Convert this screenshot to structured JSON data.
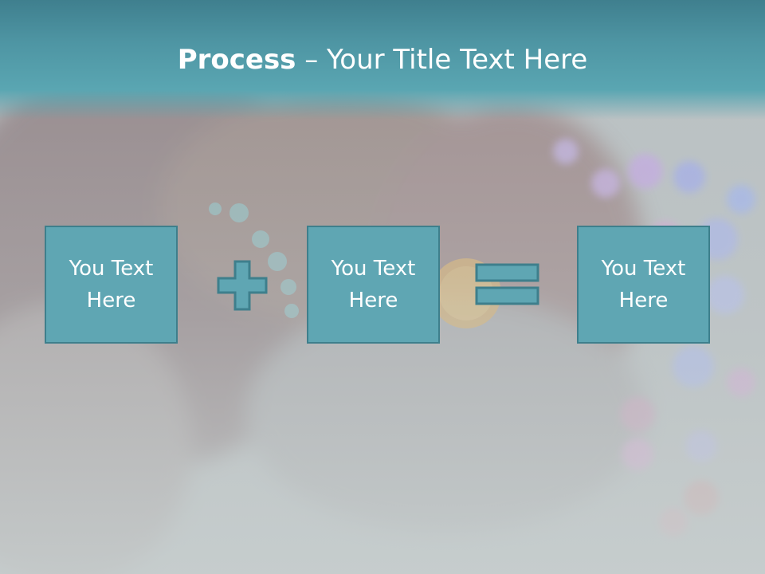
{
  "slide": {
    "title_bold": "Process",
    "title_rest": " – Your Title Text Here",
    "boxes": [
      {
        "label": "You Text Here"
      },
      {
        "label": "You Text Here"
      },
      {
        "label": "You Text Here"
      }
    ],
    "operators": [
      "plus-icon",
      "equals-icon"
    ],
    "colors": {
      "header": "#4e95a3",
      "box_fill": "#5fa6b3",
      "box_border": "#3e7f8c",
      "text": "#ffffff"
    }
  }
}
